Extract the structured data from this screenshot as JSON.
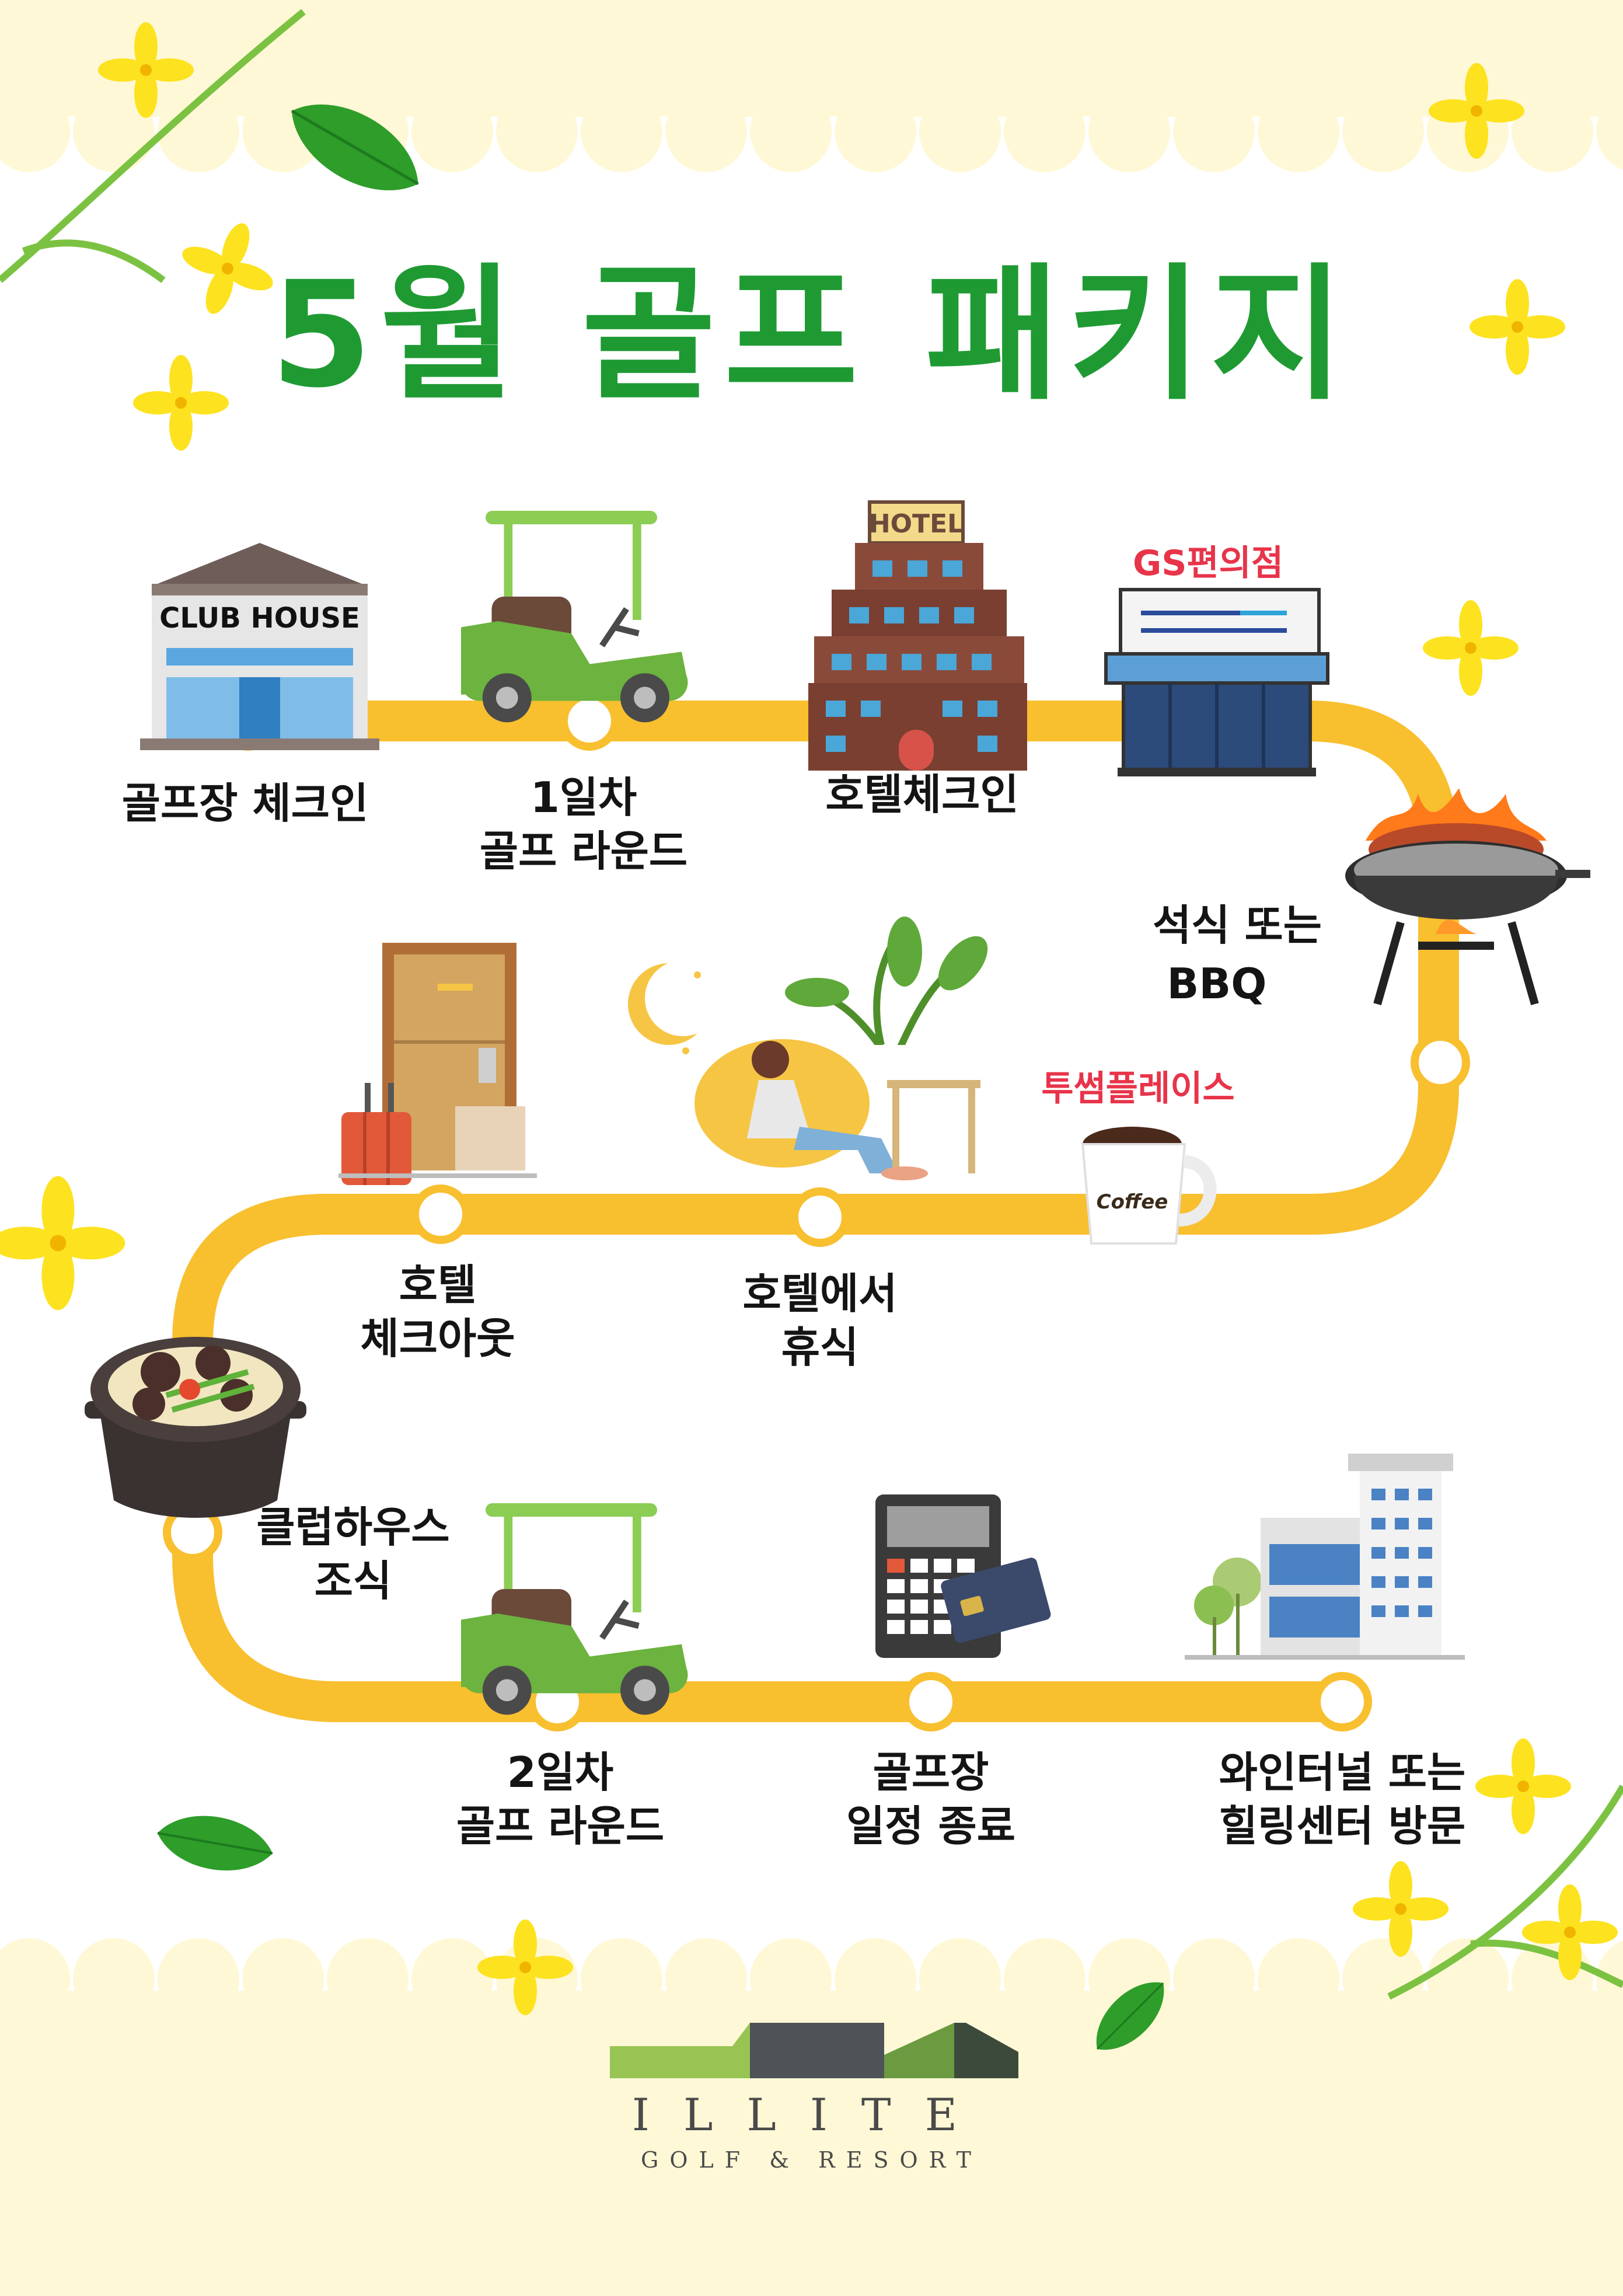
{
  "title": "5월 골프 패키지",
  "stops": {
    "s1": {
      "line1": "골프장 체크인"
    },
    "s2": {
      "line1": "1일차",
      "line2": "골프 라운드"
    },
    "s3": {
      "line1": "호텔체크인"
    },
    "s4": {
      "line1": "석식 또는",
      "line2": "BBQ",
      "tag": "GS편의점"
    },
    "s5": {
      "tag": "투썸플레이스"
    },
    "s6": {
      "line1": "호텔에서",
      "line2": "휴식"
    },
    "s7": {
      "line1": "호텔",
      "line2": "체크아웃"
    },
    "s8": {
      "line1": "클럽하우스",
      "line2": "조식"
    },
    "s9": {
      "line1": "2일차",
      "line2": "골프 라운드"
    },
    "s10": {
      "line1": "골프장",
      "line2": "일정 종료"
    },
    "s11": {
      "line1": "와인터널  또는",
      "line2": "힐링센터 방문"
    }
  },
  "icon_text": {
    "club_house": "CLUB HOUSE",
    "hotel_sign": "HOTEL",
    "coffee": "Coffee"
  },
  "logo": {
    "name": "ILLITE",
    "sub": "GOLF & RESORT"
  },
  "colors": {
    "title_green": "#1f9a33",
    "route_yellow": "#f8bf2f",
    "tag_red": "#e8344a",
    "cream": "#fff8d6",
    "flower_yellow": "#fde21f",
    "leaf_green": "#2e9d2a"
  },
  "icons": [
    "clubhouse-icon",
    "golf-cart-icon",
    "hotel-icon",
    "convenience-store-icon",
    "bbq-grill-icon",
    "coffee-cup-icon",
    "relaxing-woman-icon",
    "moon-icon",
    "door-luggage-icon",
    "stew-pot-icon",
    "calculator-icon",
    "office-building-icon",
    "forsythia-flower-icon",
    "leaf-icon"
  ]
}
